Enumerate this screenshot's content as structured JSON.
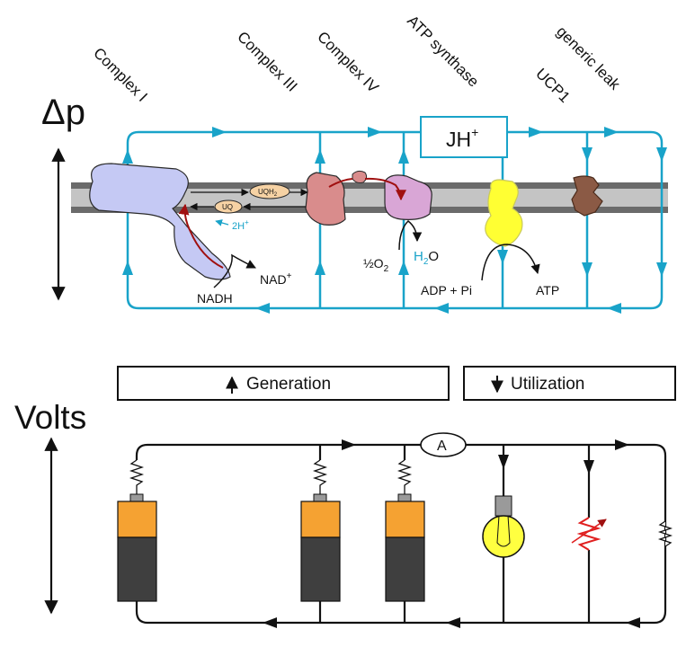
{
  "complexes": {
    "complex1": "Complex I",
    "complex3": "Complex III",
    "complex4": "Complex IV",
    "atp_synthase": "ATP synthase",
    "ucp1": "UCP1",
    "generic_leak": "generic leak"
  },
  "top_axis": {
    "symbol": "Δp"
  },
  "meter": {
    "label_main": "JH",
    "label_sup": "+"
  },
  "membrane": {
    "uqh2_main": "UQH",
    "uqh2_sub": "2",
    "uq": "UQ",
    "proton_main": "2H",
    "proton_sup": "+"
  },
  "reactions": {
    "nadh": "NADH",
    "nad_main": "NAD",
    "nad_sup": "+",
    "o2_main": "½O",
    "o2_sub": "2",
    "h2o_h": "H",
    "h2o_sub": "2",
    "h2o_o": "O",
    "adp_pi": "ADP + Pi",
    "atp": "ATP"
  },
  "bottom_axis": {
    "label": "Volts"
  },
  "boxes": {
    "generation": "Generation",
    "utilization": "Utilization"
  },
  "ammeter": {
    "label": "A"
  },
  "colors": {
    "cyan": "#19a3c9",
    "membrane": "#c4c4c4",
    "complex1": "#c5c9f4",
    "complex3": "#d98c8c",
    "complex4": "#d9a6d6",
    "atp_synthase": "#ffff33",
    "ucp1": "#8b5a45",
    "battery_top": "#f5a232",
    "battery_body": "#3f3f3f",
    "bulb": "#ffff40",
    "resistor_red": "#e02020",
    "electron_path": "#a01010"
  }
}
